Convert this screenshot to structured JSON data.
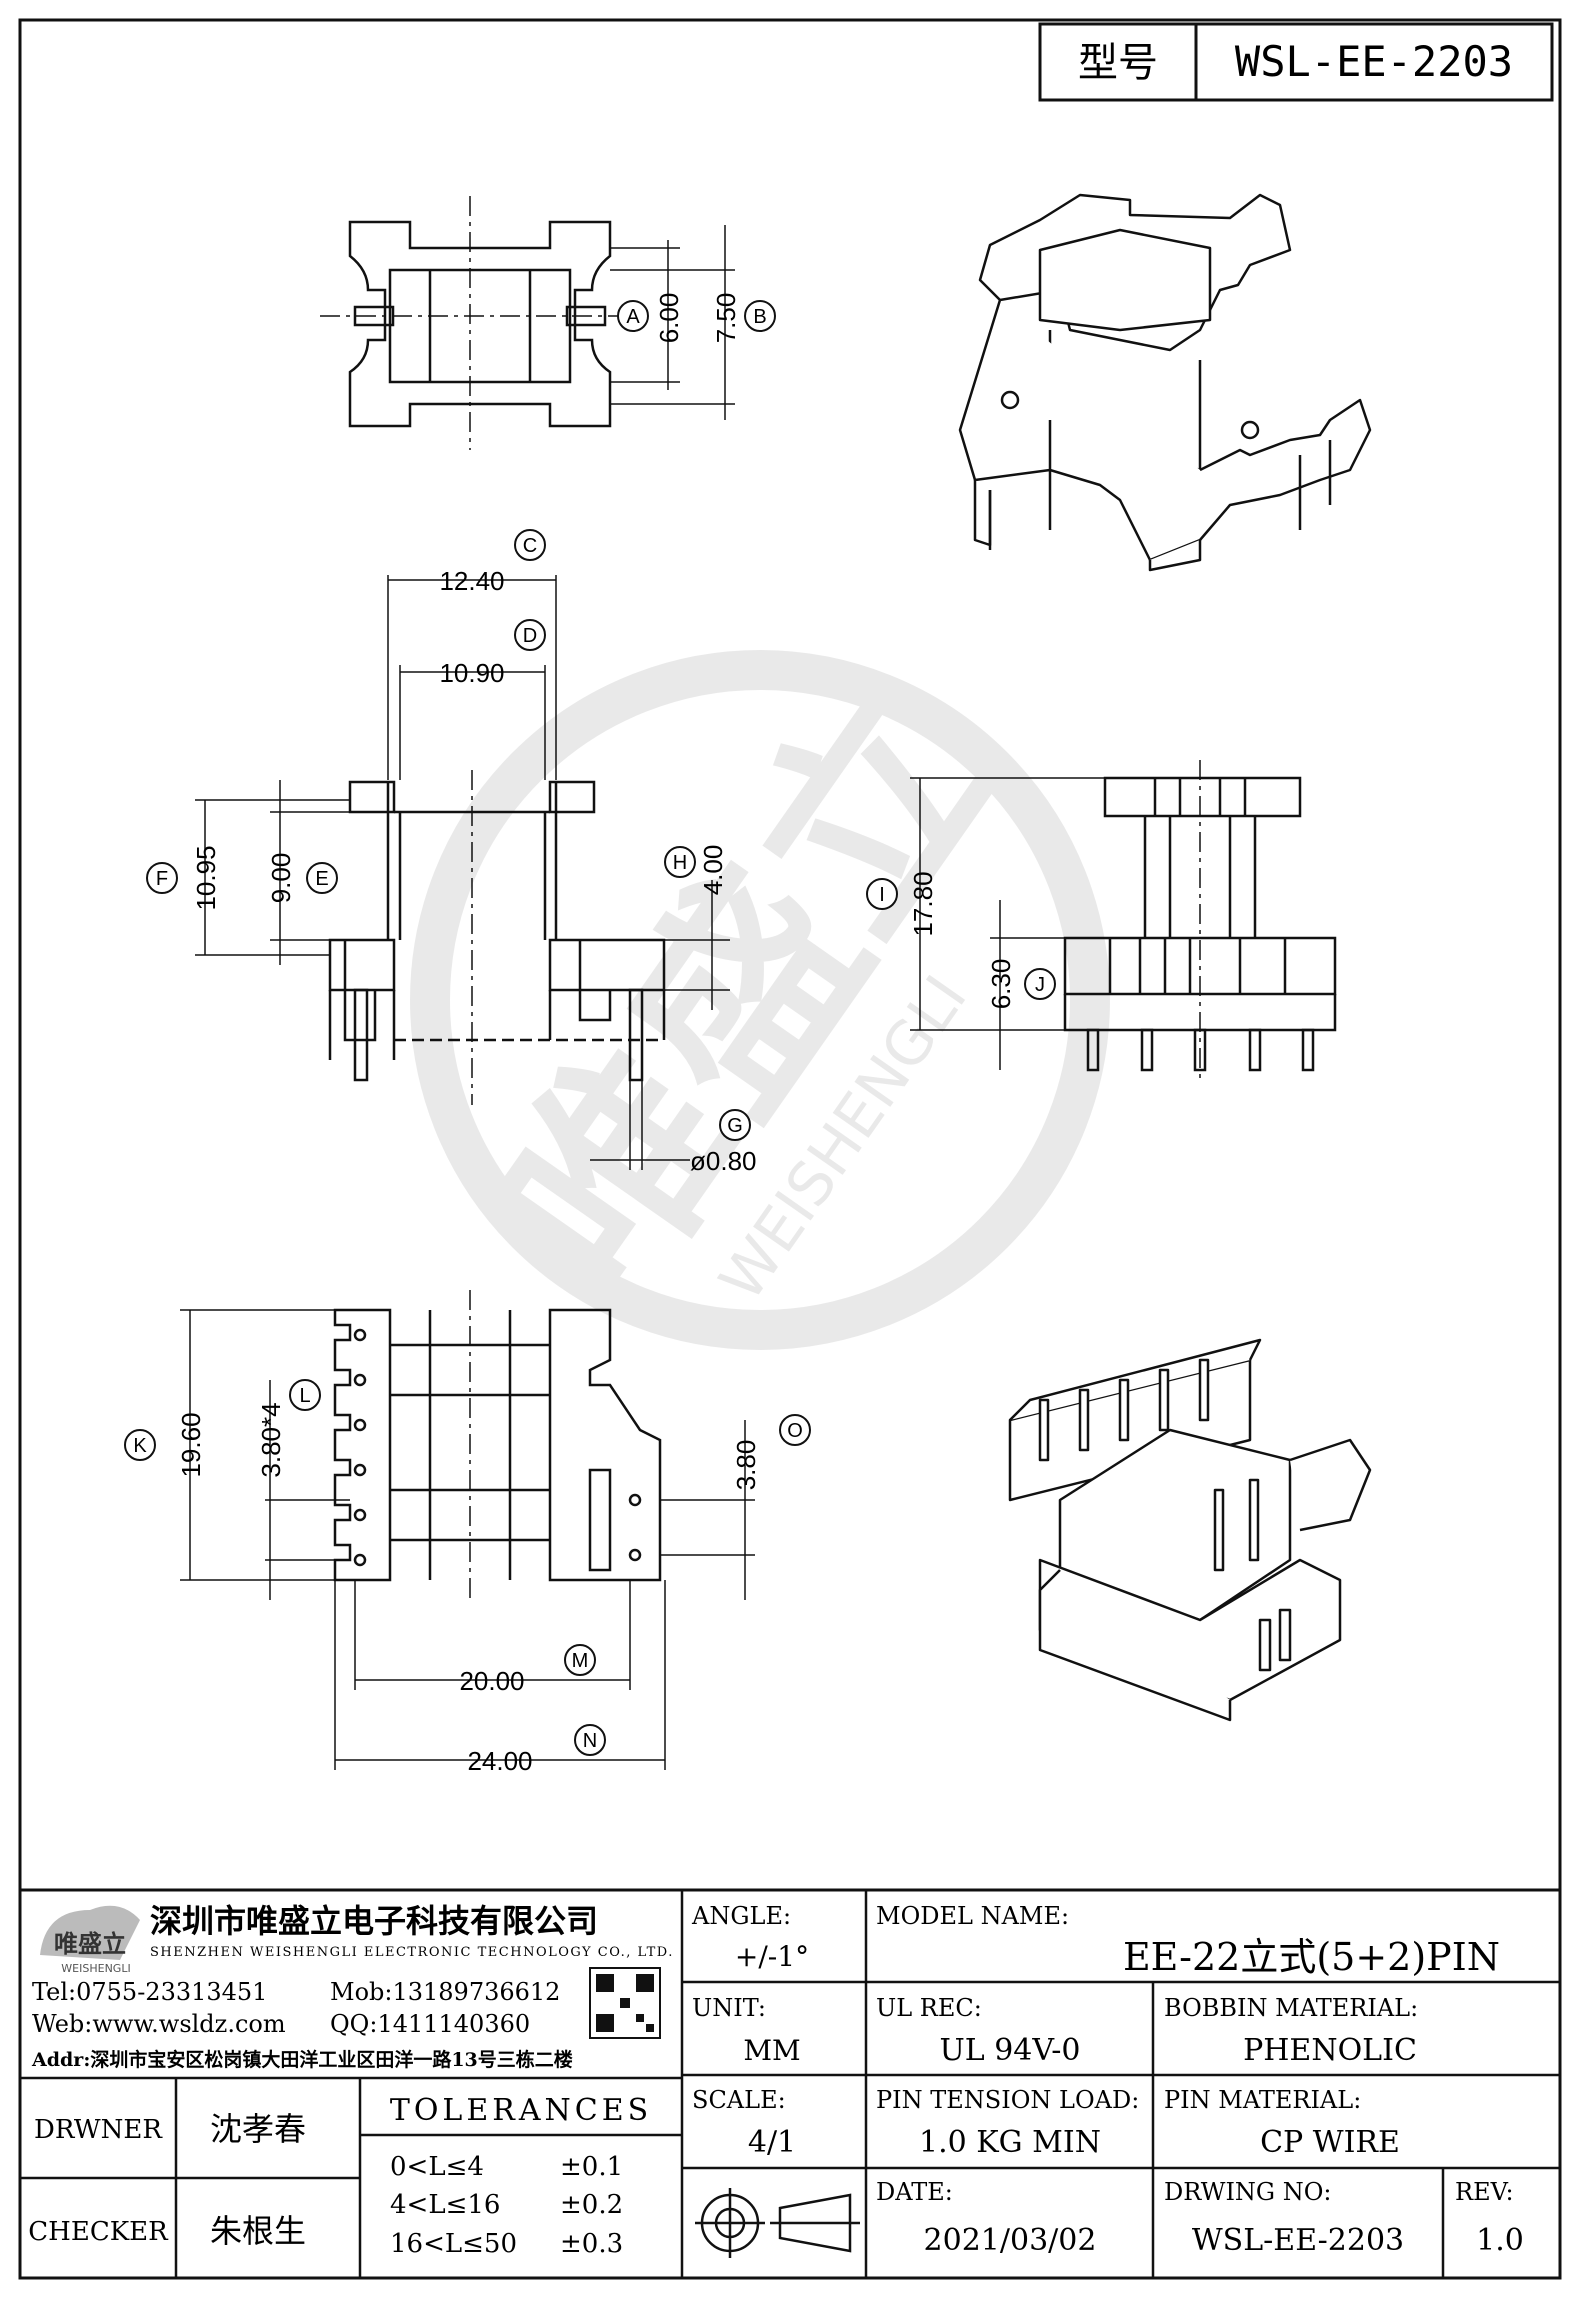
{
  "model_box": {
    "label": "型号",
    "value": "WSL-EE-2203"
  },
  "watermark": {
    "main": "唯盛立",
    "sub": "WEISHENGLI"
  },
  "dimensions": {
    "top_a": "6.00",
    "top_b": "7.50",
    "front_c": "12.40",
    "front_d": "10.90",
    "front_e": "9.00",
    "front_f": "10.95",
    "front_h": "4.00",
    "pin_g": "ø0.80",
    "side_i": "17.80",
    "side_j": "6.30",
    "bottom_k": "19.60",
    "bottom_l": "3.80*4",
    "bottom_o": "3.80",
    "bottom_m": "20.00",
    "bottom_n": "24.00"
  },
  "dim_tags": [
    "A",
    "B",
    "C",
    "D",
    "E",
    "F",
    "G",
    "H",
    "I",
    "J",
    "K",
    "L",
    "M",
    "N",
    "O"
  ],
  "company": {
    "logo_text": "唯盛立",
    "logo_sub": "WEISHENGLI",
    "name_cn": "深圳市唯盛立电子科技有限公司",
    "name_en": "SHENZHEN WEISHENGLI ELECTRONIC TECHNOLOGY CO., LTD.",
    "tel": "Tel:0755-23313451",
    "mob": "Mob:13189736612",
    "web": "Web:www.wsldz.com",
    "qq": "QQ:1411140360",
    "addr": "Addr:深圳市宝安区松岗镇大田洋工业区田洋一路13号三栋二楼"
  },
  "title_block": {
    "angle_label": "ANGLE:",
    "angle_value": "+/-1°",
    "model_name_label": "MODEL NAME:",
    "model_name_value": "EE-22立式(5+2)PIN",
    "unit_label": "UNIT:",
    "unit_value": "MM",
    "ul_label": "UL REC:",
    "ul_value": "UL 94V-0",
    "bobbin_label": "BOBBIN MATERIAL:",
    "bobbin_value": "PHENOLIC",
    "scale_label": "SCALE:",
    "scale_value": "4/1",
    "tension_label": "PIN TENSION LOAD:",
    "tension_value": "1.0 KG MIN",
    "pin_mat_label": "PIN MATERIAL:",
    "pin_mat_value": "CP WIRE",
    "date_label": "DATE:",
    "date_value": "2021/03/02",
    "dwg_label": "DRWING NO:",
    "dwg_value": "WSL-EE-2203",
    "rev_label": "REV:",
    "rev_value": "1.0",
    "drawer_label": "DRWNER",
    "drawer_value": "沈孝春",
    "checker_label": "CHECKER",
    "checker_value": "朱根生",
    "tol_title": "TOLERANCES",
    "tol_rows": [
      {
        "range": "0<L≤4",
        "tol": "±0.1"
      },
      {
        "range": "4<L≤16",
        "tol": "±0.2"
      },
      {
        "range": "16<L≤50",
        "tol": "±0.3"
      }
    ]
  }
}
